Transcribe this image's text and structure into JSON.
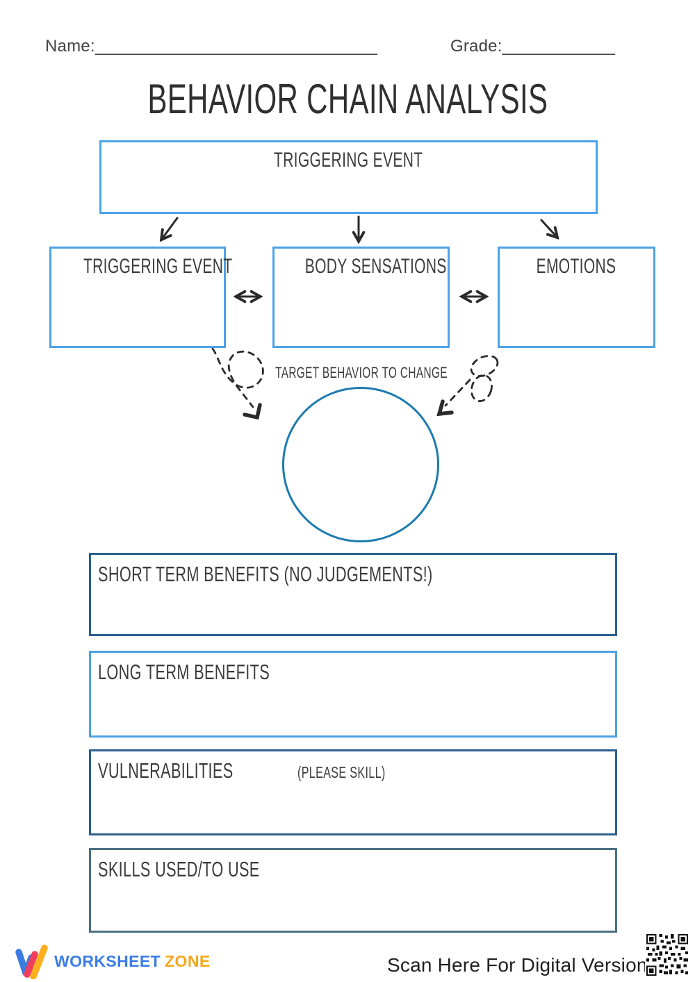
{
  "header": {
    "name_label": "Name:",
    "name_line": "______________________________",
    "grade_label": "Grade:",
    "grade_line": "____________"
  },
  "title": "BEHAVIOR CHAIN ANALYSIS",
  "diagram": {
    "top_box_label": "TRIGGERING EVENT",
    "row_boxes": [
      {
        "label": "TRIGGERING EVENT"
      },
      {
        "label": "BODY SENSATIONS"
      },
      {
        "label": "EMOTIONS"
      }
    ],
    "target_label": "TARGET BEHAVIOR TO CHANGE"
  },
  "sections": [
    {
      "label": "SHORT TERM BENEFITS (NO JUDGEMENTS!)",
      "style": "dark"
    },
    {
      "label": "LONG TERM BENEFITS",
      "style": "light"
    },
    {
      "label": "VULNERABILITIES",
      "sublabel": "(PLEASE SKILL)",
      "style": "dark"
    },
    {
      "label": "SKILLS USED/TO USE",
      "style": "steel"
    }
  ],
  "footer": {
    "brand_word1": "WORKSHEET",
    "brand_word2": "ZONE",
    "scan_text": "Scan Here For Digital Version"
  },
  "colors": {
    "light_blue_border": "#4da2e6",
    "dark_blue_border": "#2b5f8f",
    "steel_blue_border": "#4a7084",
    "circle_blue": "#1d7bb0",
    "ink": "#3c3c3c",
    "arrow_ink": "#2b2b2b",
    "brand_blue": "#3b7de8",
    "brand_orange": "#f5a71b",
    "logo_red": "#ef3f5c",
    "logo_yellow": "#ffaf1e"
  }
}
